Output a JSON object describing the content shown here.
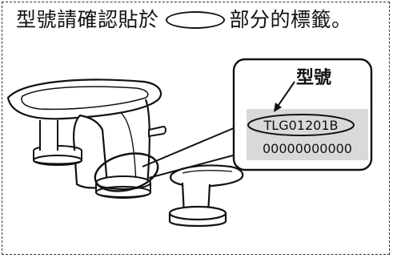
{
  "instruction": {
    "before_oval": "型號請確認貼於",
    "after_oval": "部分的標籤。"
  },
  "label_callout": {
    "model_heading": "型號",
    "model_number": "TLG01201B",
    "serial_number": "00000000000"
  },
  "colors": {
    "label_background": "#d9d9d9",
    "line": "#111111",
    "frame": "#333333"
  },
  "icons": [
    "oval-icon",
    "faucet-spout-icon",
    "faucet-handle-icon",
    "faucet-base-icon"
  ]
}
